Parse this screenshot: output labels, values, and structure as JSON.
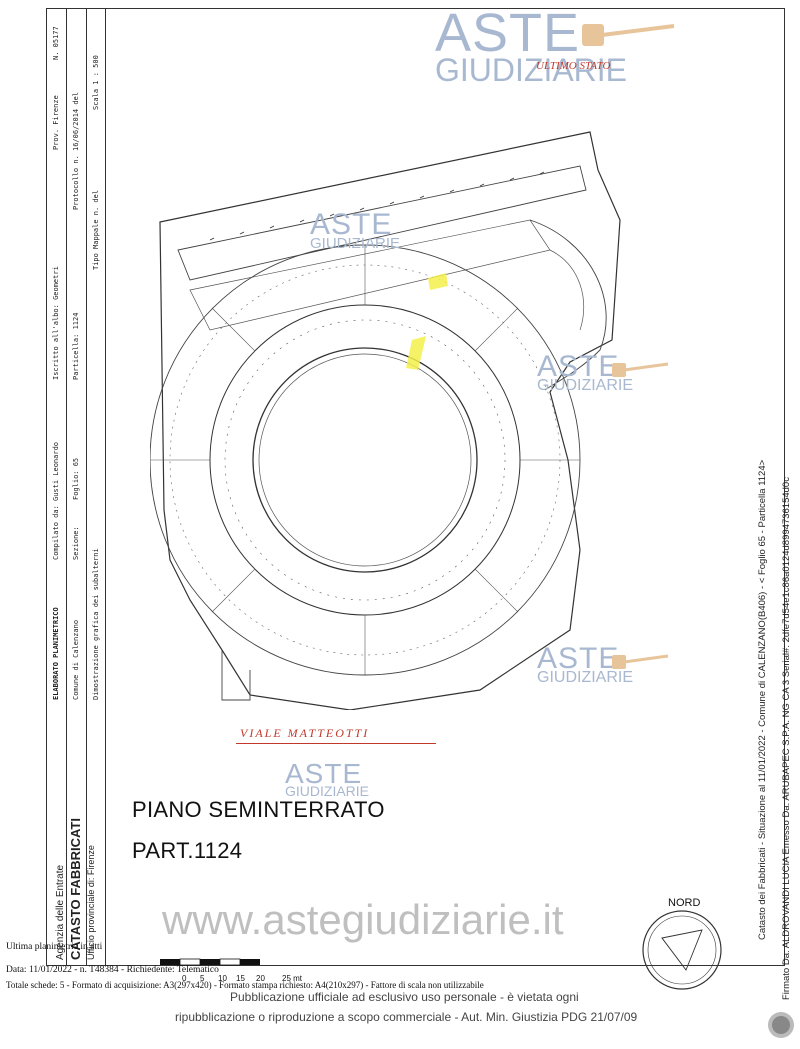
{
  "header": {
    "title": "ELABORATO PLANIMETRICO",
    "compiled_by": "Compilato da: Gusti Leonardo",
    "registered": "Iscritto all'albo: Geometri",
    "province": "Prov. Firenze",
    "number": "N. 05177",
    "comune": "Comune di Calenzano",
    "sezione": "Sezione:",
    "foglio": "Foglio: 65",
    "particella": "Particella: 1124",
    "protocollo": "Protocollo n. 16/06/2014 del",
    "dimostrazione": "Dimostrazione grafica dei subalterni",
    "tipo_mappale": "Tipo Mappale n. del",
    "scala": "Scala 1 : 500"
  },
  "agency": {
    "line1": "Agenzia delle Entrate",
    "line2": "CATASTO FABBRICATI",
    "line3": "Ufficio provinciale di: Firenze"
  },
  "plan": {
    "floor": "PIANO SEMINTERRATO",
    "part": "PART.1124",
    "street": "VIALE MATTEOTTI",
    "north": "NORD"
  },
  "watermark": {
    "brand_top": "ASTE",
    "brand_bottom": "GIUDIZIARIE",
    "site": "www.astegiudiziarie.it",
    "publication_line1": "Pubblicazione ufficiale ad esclusivo uso personale - è vietata ogni",
    "publication_line2": "ripubblicazione o riproduzione a scopo commerciale - Aut. Min. Giustizia PDG 21/07/09"
  },
  "footer": {
    "line1": "Ultima planimetria in atti",
    "line2": "Data: 11/01/2022 - n. T48384 - Richiedente: Telematico",
    "line3": "Totale schede: 5 - Formato di acquisizione: A3(297x420) - Formato stampa richiesto: A4(210x297) - Fattore di scala non utilizzabile",
    "scale_labels": [
      "0",
      "5",
      "10",
      "15",
      "20",
      "25 mt"
    ]
  },
  "side": {
    "catasto": "Catasto dei Fabbricati - Situazione al 11/01/2022 - Comune di CALENZANO(B406) - < Foglio 65 - Particella 1124>",
    "signature": "Firmato Da: ALDROVANDI LUCIA Emesso Da: ARUBAPEC S.P.A. NG CA 3 Serial#: 2dfe7d54e1c86a0124d8994736154d0c"
  },
  "colors": {
    "highlight": "#f5f04a",
    "watermark": "#a8b8d0",
    "handwriting": "#c0392b"
  }
}
